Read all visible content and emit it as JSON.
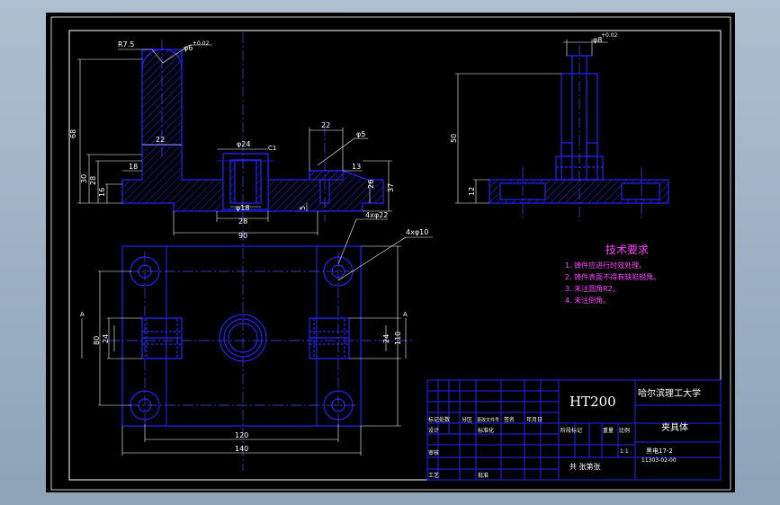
{
  "dims": {
    "r": "R7.5",
    "phi_top": "φ6",
    "tol_top": "+0.02",
    "d22a": "22",
    "d22b": "22",
    "phi24": "φ24",
    "c1": "C1",
    "phi5": "φ5",
    "d68": "68",
    "d30": "30",
    "d28": "28",
    "d16": "16",
    "d18": "18",
    "d13": "13",
    "d26": "26",
    "d37": "37",
    "d5": "5",
    "phi18": "φ18",
    "d28b": "28",
    "d90": "90",
    "h4x22": "4xφ22",
    "h4x10": "4xφ10",
    "d80": "80",
    "d24a": "24",
    "d24b": "24",
    "d110": "110",
    "d120": "120",
    "d140": "140",
    "secA1": "A",
    "secA2": "A",
    "d50": "50",
    "d12": "12",
    "phi_side": "φ8",
    "tol_side": "+0.02"
  },
  "tech": {
    "title": "技术要求",
    "items": [
      "1. 铸件应进行时效处理。",
      "2. 铸件表面不得有缺陷锐角。",
      "3. 未注圆角R2。",
      "4. 未注倒角。"
    ]
  },
  "title_block": {
    "material": "HT200",
    "school": "哈尔滨理工大学",
    "part_name": "夹具体",
    "drawing_no": "黑电17-2",
    "code": "11303-02-00",
    "scale": "1:1",
    "sheets": "共 张第张",
    "headers": [
      "标记",
      "处数",
      "分区",
      "更改文件号",
      "签名",
      "年月日"
    ],
    "design": "设计",
    "check": "审核",
    "std": "标准化",
    "craft": "工艺",
    "approve": "批准",
    "stage": "阶段标记",
    "weight": "重量",
    "ratio": "比例"
  },
  "colors": {
    "line": "#2323ff",
    "dim": "#ffffff",
    "center": "#4a4aff",
    "sheet": "#000000",
    "accent": "#ff40ff"
  }
}
